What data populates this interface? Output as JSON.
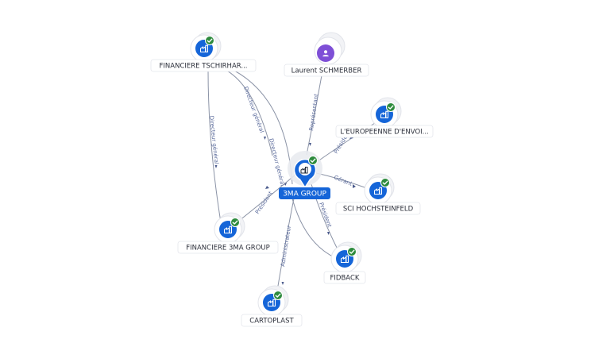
{
  "center": {
    "label": "3MA GROUP",
    "icon": "company-icon",
    "verified": true
  },
  "nodes": [
    {
      "id": "tschirhart",
      "label": "FINANCIERE TSCHIRHAR...",
      "icon": "company-icon",
      "verified": true
    },
    {
      "id": "schmerber",
      "label": "Laurent SCHMERBER",
      "icon": "person-icon",
      "verified": false
    },
    {
      "id": "europeenne",
      "label": "L'EUROPEENNE D'ENVOI...",
      "icon": "company-icon",
      "verified": true
    },
    {
      "id": "sci",
      "label": "SCI HOCHSTEINFELD",
      "icon": "company-icon",
      "verified": true
    },
    {
      "id": "fidback",
      "label": "FIDBACK",
      "icon": "company-icon",
      "verified": true
    },
    {
      "id": "cartoplast",
      "label": "CARTOPLAST",
      "icon": "company-icon",
      "verified": true
    },
    {
      "id": "fin3ma",
      "label": "FINANCIERE 3MA GROUP",
      "icon": "company-icon",
      "verified": true
    }
  ],
  "edges": [
    {
      "id": "e1",
      "label": "Directeur général"
    },
    {
      "id": "e2",
      "label": "Directeur général"
    },
    {
      "id": "e3",
      "label": "Directeur général"
    },
    {
      "id": "e4",
      "label": "Représentant"
    },
    {
      "id": "e5",
      "label": "Président"
    },
    {
      "id": "e6",
      "label": "Gérant"
    },
    {
      "id": "e7",
      "label": "Président"
    },
    {
      "id": "e8",
      "label": "Administrateur"
    },
    {
      "id": "e9",
      "label": "Président"
    }
  ],
  "colors": {
    "node_blue": "#1565d8",
    "verified_green": "#2e8b3e",
    "person_purple": "#7e4fd6",
    "edge": "#8b93a6"
  }
}
